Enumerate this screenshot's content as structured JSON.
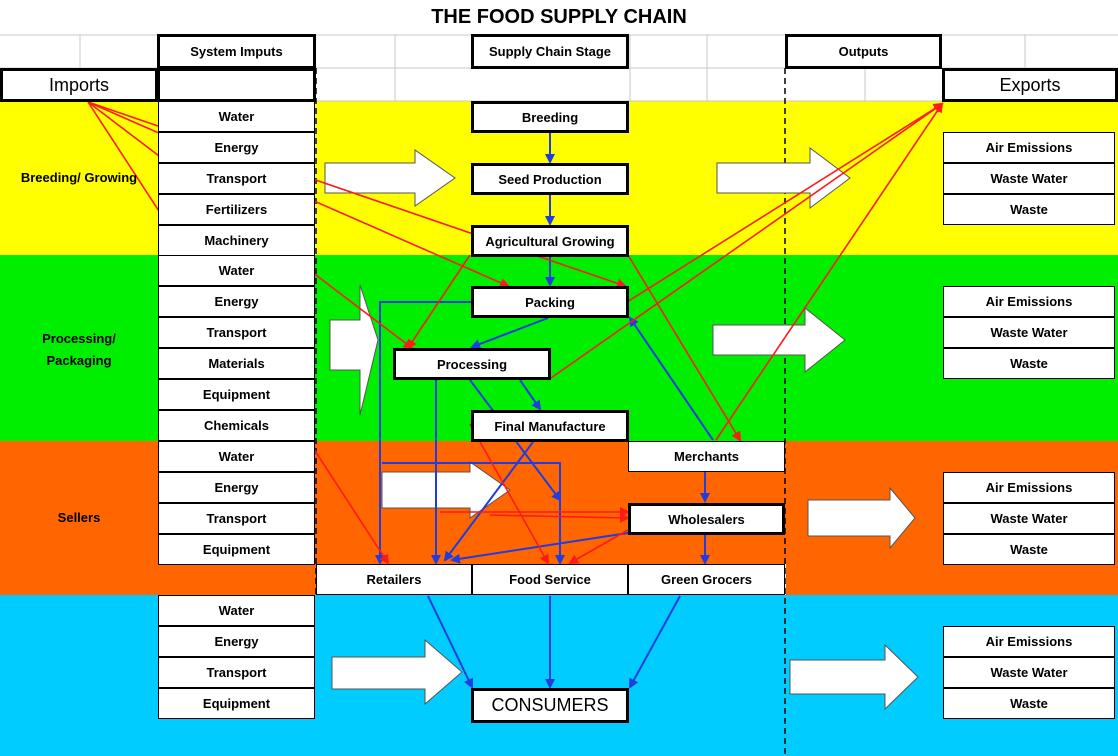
{
  "title": "THE FOOD SUPPLY CHAIN",
  "headers": {
    "system_inputs": "System Imputs",
    "supply_chain_stage": "Supply Chain Stage",
    "outputs": "Outputs",
    "imports": "Imports",
    "exports": "Exports"
  },
  "colors": {
    "breeding": "#ffff00",
    "processing": "#00ee00",
    "sellers": "#ff6600",
    "consumers": "#00ccff",
    "red_arrow": "#ff1a1a",
    "blue_arrow": "#1f3de0"
  },
  "bands": [
    {
      "label": "Breeding/ Growing",
      "inputs": [
        "Water",
        "Energy",
        "Transport",
        "Fertilizers",
        "Machinery"
      ],
      "outputs": [
        "Air Emissions",
        "Waste Water",
        "Waste"
      ]
    },
    {
      "label": "Processing/ Packaging",
      "inputs": [
        "Water",
        "Energy",
        "Transport",
        "Materials",
        "Equipment",
        "Chemicals"
      ],
      "outputs": [
        "Air Emissions",
        "Waste Water",
        "Waste"
      ]
    },
    {
      "label": "Sellers",
      "inputs": [
        "Water",
        "Energy",
        "Transport",
        "Equipment"
      ],
      "outputs": [
        "Air Emissions",
        "Waste Water",
        "Waste"
      ]
    },
    {
      "label": "",
      "inputs": [
        "Water",
        "Energy",
        "Transport",
        "Equipment"
      ],
      "outputs": [
        "Air Emissions",
        "Waste Water",
        "Waste"
      ]
    }
  ],
  "stages": {
    "breeding": "Breeding",
    "seed_production": "Seed Production",
    "agricultural_growing": "Agricultural Growing",
    "packing": "Packing",
    "processing": "Processing",
    "final_manufacture": "Final Manufacture",
    "merchants": "Merchants",
    "wholesalers": "Wholesalers",
    "retailers": "Retailers",
    "food_service": "Food Service",
    "green_grocers": "Green Grocers",
    "consumers": "CONSUMERS"
  }
}
